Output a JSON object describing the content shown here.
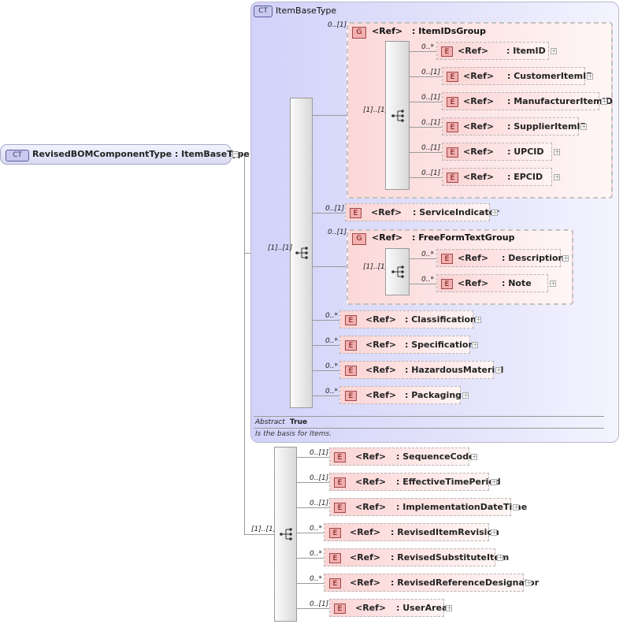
{
  "root": {
    "badge": "CT",
    "label": "RevisedBOMComponentType : ItemBaseType",
    "expander": "−"
  },
  "base": {
    "badge": "CT",
    "title": "ItemBaseType",
    "abstract_label": "Abstract",
    "abstract_value": "True",
    "documentation": "Is the basis for Items."
  },
  "cards": {
    "one_one": "[1]..[1]",
    "zero_one": "0..[1]",
    "zero_many": "0..*"
  },
  "groups": {
    "ids": {
      "badge": "G",
      "ref": "<Ref>",
      "name": ": ItemIDsGroup"
    },
    "freeform": {
      "badge": "G",
      "ref": "<Ref>",
      "name": ": FreeFormTextGroup"
    }
  },
  "ids_elements": [
    {
      "card": "0..*",
      "name": ": ItemID"
    },
    {
      "card": "0..[1]",
      "name": ": CustomerItemID"
    },
    {
      "card": "0..[1]",
      "name": ": ManufacturerItemID"
    },
    {
      "card": "0..[1]",
      "name": ": SupplierItemID"
    },
    {
      "card": "0..[1]",
      "name": ": UPCID"
    },
    {
      "card": "0..[1]",
      "name": ": EPCID"
    }
  ],
  "service": {
    "card": "0..[1]",
    "name": ": ServiceIndicator"
  },
  "freeform_elements": [
    {
      "card": "0..*",
      "name": ": Description"
    },
    {
      "card": "0..*",
      "name": ": Note"
    }
  ],
  "base_elements": [
    {
      "card": "0..*",
      "name": ": Classification"
    },
    {
      "card": "0..*",
      "name": ": Specification"
    },
    {
      "card": "0..*",
      "name": ": HazardousMaterial"
    },
    {
      "card": "0..*",
      "name": ": Packaging"
    }
  ],
  "ext_elements": [
    {
      "card": "0..[1]",
      "name": ": SequenceCode"
    },
    {
      "card": "0..[1]",
      "name": ": EffectiveTimePeriod"
    },
    {
      "card": "0..[1]",
      "name": ": ImplementationDateTime"
    },
    {
      "card": "0..*",
      "name": ": RevisedItemRevision"
    },
    {
      "card": "0..*",
      "name": ": RevisedSubstituteItem"
    },
    {
      "card": "0..*",
      "name": ": RevisedReferenceDesignator"
    },
    {
      "card": "0..[1]",
      "name": ": UserArea"
    }
  ],
  "labels": {
    "element_badge": "E",
    "ref": "<Ref>",
    "plus": "+"
  }
}
